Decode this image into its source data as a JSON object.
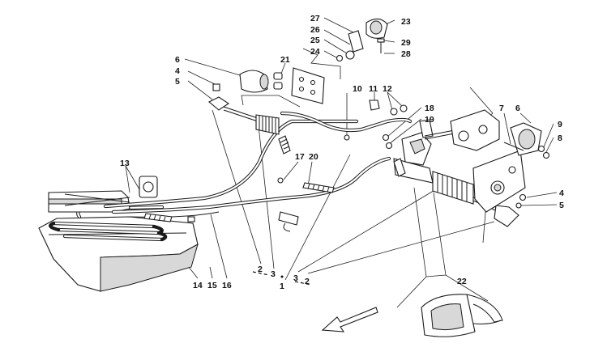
{
  "callouts": [
    {
      "id": "c27",
      "text": "27"
    },
    {
      "id": "c23",
      "text": "23"
    },
    {
      "id": "c26",
      "text": "26"
    },
    {
      "id": "c25",
      "text": "25"
    },
    {
      "id": "c29",
      "text": "29"
    },
    {
      "id": "c24",
      "text": "24"
    },
    {
      "id": "c28",
      "text": "28"
    },
    {
      "id": "c6a",
      "text": "6"
    },
    {
      "id": "c21",
      "text": "21"
    },
    {
      "id": "c4a",
      "text": "4"
    },
    {
      "id": "c5a",
      "text": "5"
    },
    {
      "id": "c10",
      "text": "10"
    },
    {
      "id": "c11",
      "text": "11"
    },
    {
      "id": "c12",
      "text": "12"
    },
    {
      "id": "c18",
      "text": "18"
    },
    {
      "id": "c19",
      "text": "19"
    },
    {
      "id": "c7",
      "text": "7"
    },
    {
      "id": "c6b",
      "text": "6"
    },
    {
      "id": "c9",
      "text": "9"
    },
    {
      "id": "c8",
      "text": "8"
    },
    {
      "id": "c17",
      "text": "17"
    },
    {
      "id": "c20",
      "text": "20"
    },
    {
      "id": "c13",
      "text": "13"
    },
    {
      "id": "c4b",
      "text": "4"
    },
    {
      "id": "c5b",
      "text": "5"
    },
    {
      "id": "c2a",
      "text": "2"
    },
    {
      "id": "c3a",
      "text": "3"
    },
    {
      "id": "c3b",
      "text": "3"
    },
    {
      "id": "c2b",
      "text": "2"
    },
    {
      "id": "c1",
      "text": "1"
    },
    {
      "id": "c22",
      "text": "22"
    },
    {
      "id": "c14",
      "text": "14"
    },
    {
      "id": "c15",
      "text": "15"
    },
    {
      "id": "c16",
      "text": "16"
    }
  ],
  "colors": {
    "ink": "#1a1a1a",
    "shade": "#d8d8d8",
    "background": "#ffffff"
  },
  "icons": {
    "direction": "arrow-icon"
  }
}
